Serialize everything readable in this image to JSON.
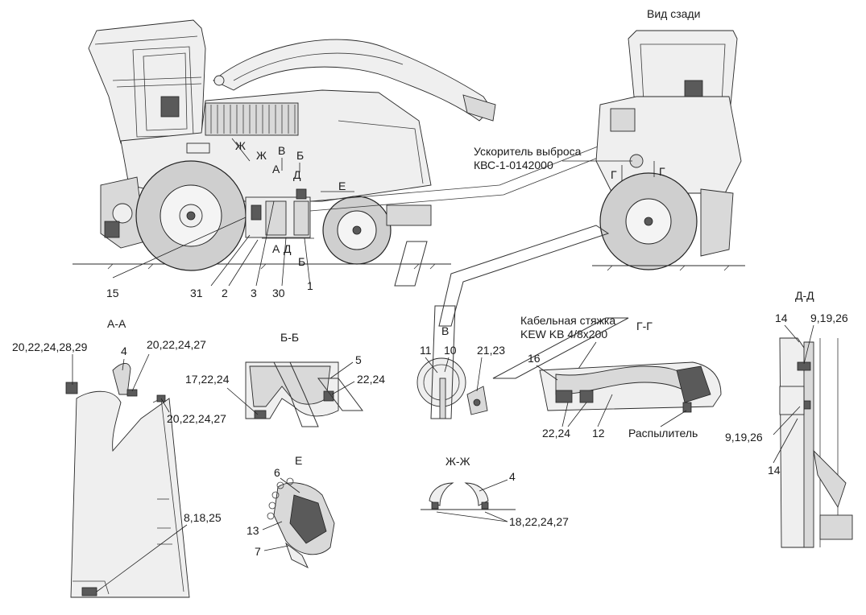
{
  "views": {
    "rear_view_title": "Вид сзади",
    "section_aa": "А-А",
    "section_bb": "Б-Б",
    "view_v": "В",
    "section_gg": "Г-Г",
    "section_dd": "Д-Д",
    "view_e": "Е",
    "section_zhzh": "Ж-Ж"
  },
  "callouts": {
    "accelerator_line1": "Ускоритель выброса",
    "accelerator_line2": "КВС-1-0142000",
    "cable_tie_line1": "Кабельная стяжка",
    "cable_tie_line2": "KEW KB 4/8x200",
    "sprayer": "Распылитель"
  },
  "section_marks": {
    "zh": "Ж",
    "v": "В",
    "b": "Б",
    "a": "А",
    "d": "Д",
    "e": "Е",
    "g": "Г"
  },
  "main_labels": {
    "p15": "15",
    "p31": "31",
    "p2": "2",
    "p3": "3",
    "p30": "30",
    "p1": "1"
  },
  "aa_labels": {
    "l1": "20,22,24,28,29",
    "l2": "4",
    "l3": "20,22,24,27",
    "l4": "20,22,24,27",
    "l5": "8,18,25"
  },
  "bb_labels": {
    "l1": "17,22,24",
    "l2": "5",
    "l3": "22,24"
  },
  "v_labels": {
    "l1": "11",
    "l2": "10",
    "l3": "21,23"
  },
  "gg_labels": {
    "l1": "16",
    "l2": "22,24",
    "l3": "12"
  },
  "dd_labels": {
    "l1": "14",
    "l2": "9,19,26",
    "l3": "9,19,26",
    "l4": "14"
  },
  "e_labels": {
    "l1": "6",
    "l2": "13",
    "l3": "7"
  },
  "zhzh_labels": {
    "l1": "4",
    "l2": "18,22,24,27"
  }
}
